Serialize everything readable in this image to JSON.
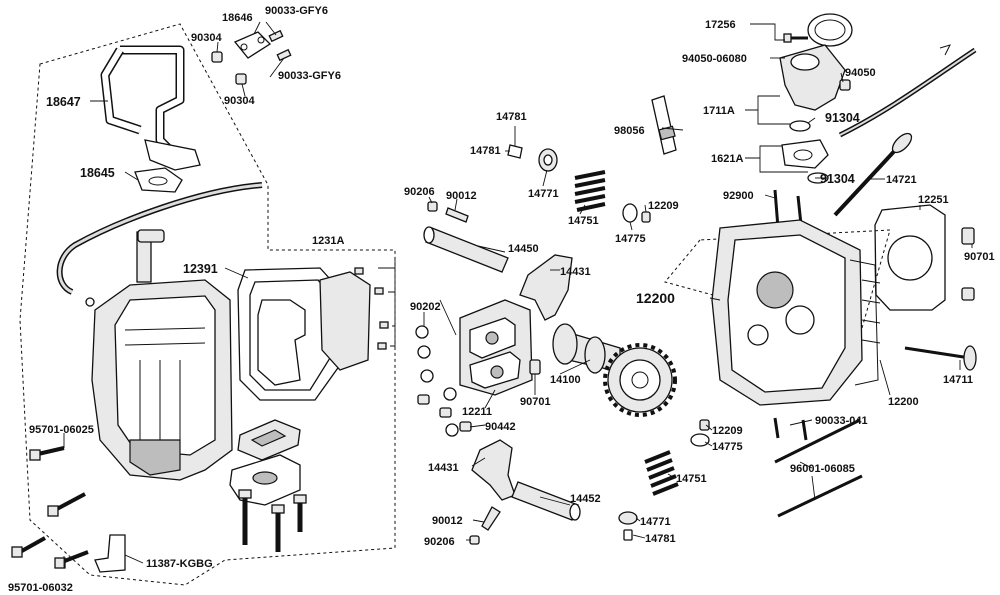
{
  "labels": {
    "p18646": "18646",
    "p90033_gfy6_a": "90033-GFY6",
    "p90304_a": "90304",
    "p90033_gfy6_b": "90033-GFY6",
    "p90304_b": "90304",
    "p18647": "18647",
    "p18645": "18645",
    "p1231a": "1231A",
    "p12391": "12391",
    "p95701_06025": "95701-06025",
    "p95701_06032": "95701-06032",
    "p11387_kgbg": "11387-KGBG",
    "p14781_a": "14781",
    "p14781_b": "14781",
    "p14771_a": "14771",
    "p90206_a": "90206",
    "p90012_a": "90012",
    "p14751_a": "14751",
    "p14775_a": "14775",
    "p12209_a": "12209",
    "p14450": "14450",
    "p14431_a": "14431",
    "p90202": "90202",
    "p14100": "14100",
    "p90701_a": "90701",
    "p12211": "12211",
    "p90442": "90442",
    "p14431_b": "14431",
    "p14452": "14452",
    "p90012_b": "90012",
    "p90206_b": "90206",
    "p17256": "17256",
    "p94050_06080": "94050-06080",
    "p94050": "94050",
    "p1711a": "1711A",
    "p91304_a": "91304",
    "p98056": "98056",
    "p1621a": "1621A",
    "p91304_b": "91304",
    "p92900": "92900",
    "p14721": "14721",
    "p12251": "12251",
    "p90701_b": "90701",
    "p12200_a": "12200",
    "p12200_b": "12200",
    "p14711": "14711",
    "p12209_b": "12209",
    "p14775_b": "14775",
    "p14751_b": "14751",
    "p14771_b": "14771",
    "p14781_c": "14781",
    "p90033_041": "90033-041",
    "p96001_06085": "96001-06085"
  }
}
